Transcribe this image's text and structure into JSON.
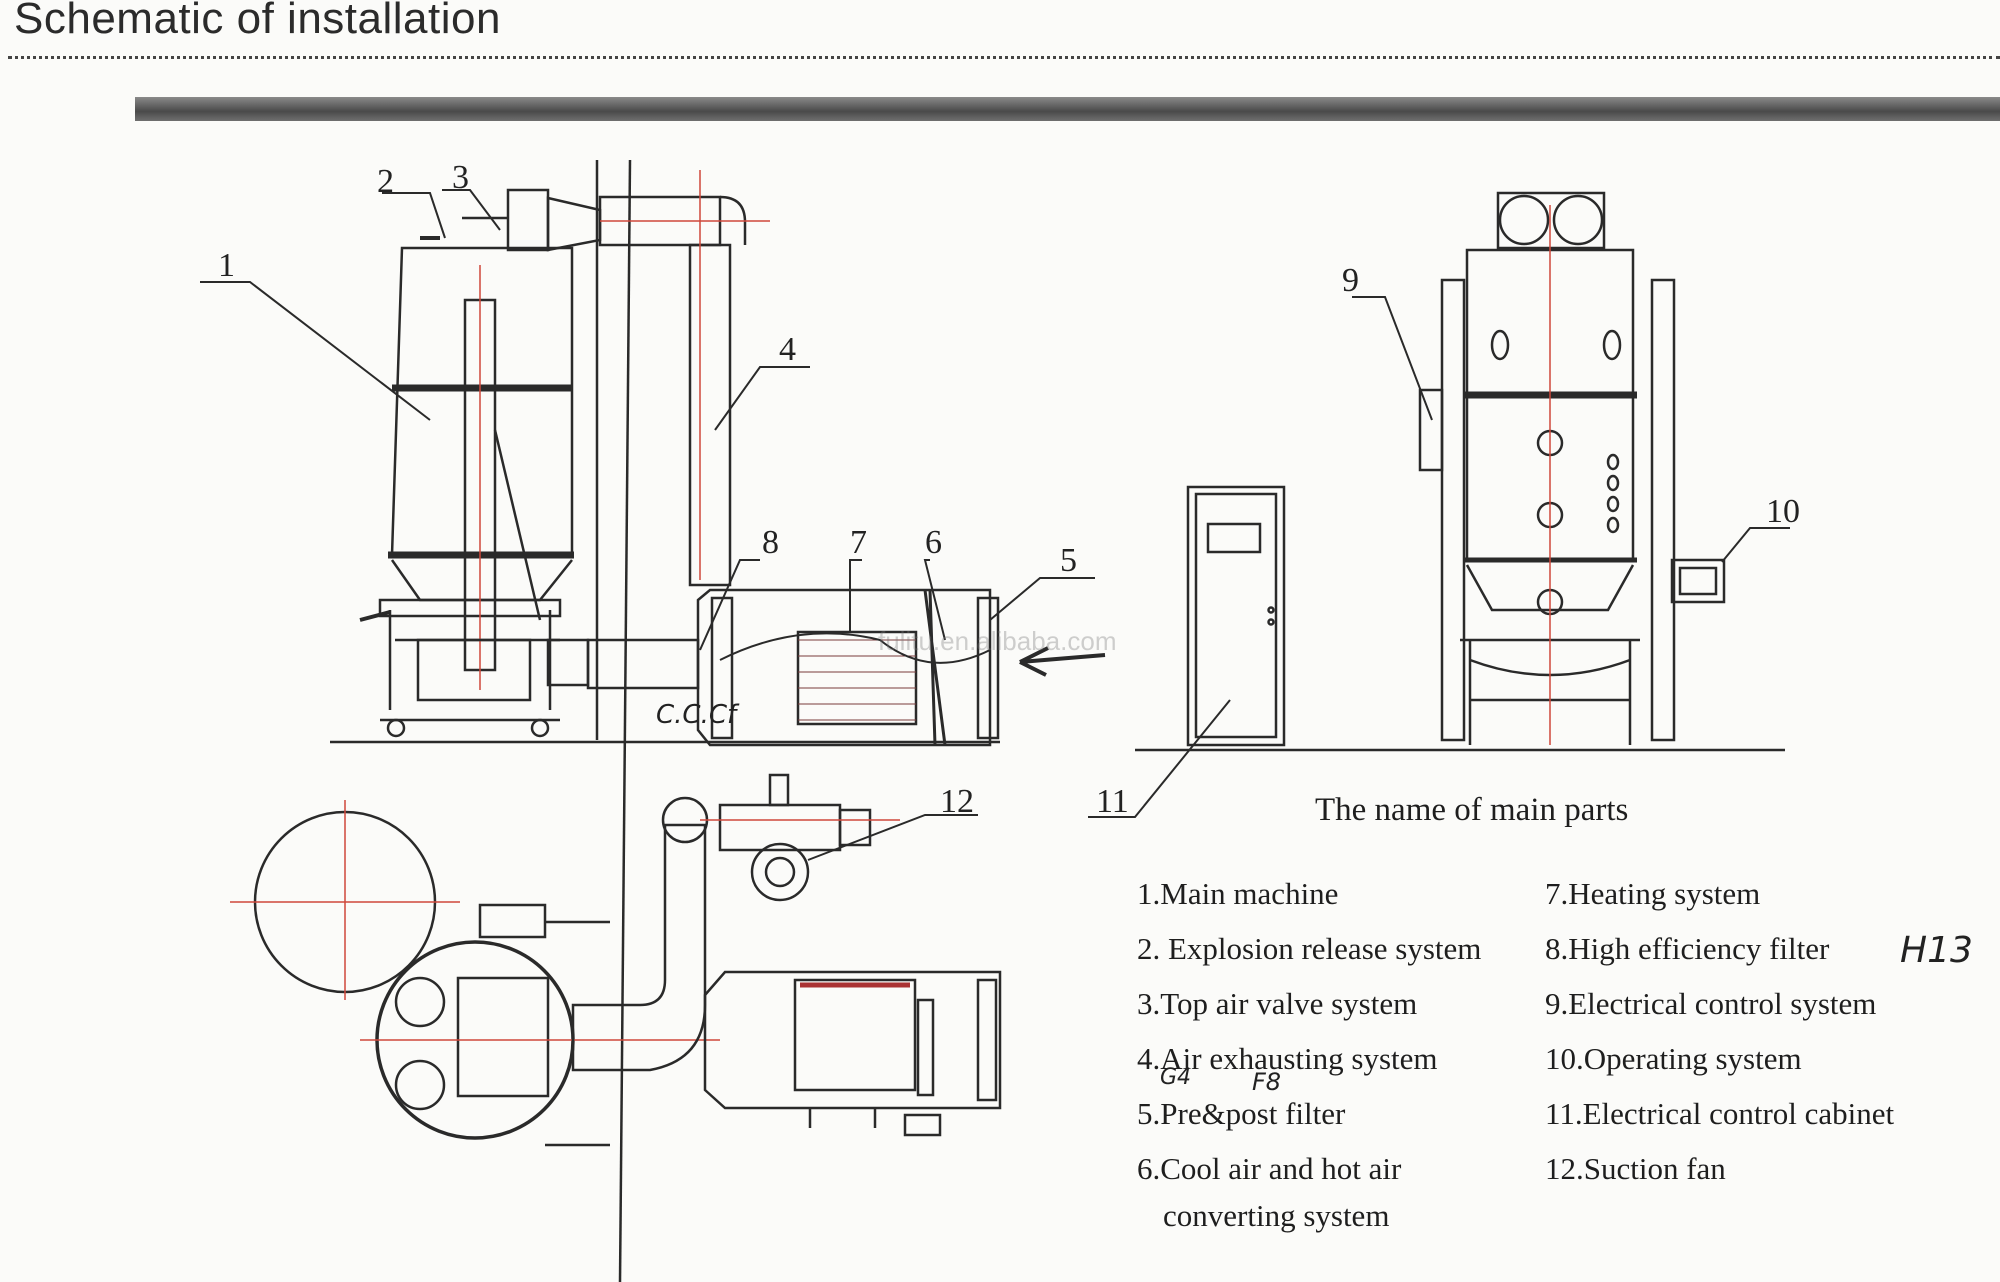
{
  "page": {
    "title": "Schematic of installation",
    "watermark": "fulitu.en.alibaba.com"
  },
  "callouts": [
    "1",
    "2",
    "3",
    "4",
    "5",
    "6",
    "7",
    "8",
    "9",
    "10",
    "11",
    "12"
  ],
  "legend": {
    "heading": "The name of  main parts",
    "left_items": [
      "1.Main machine",
      "2. Explosion release system",
      "3.Top air valve system",
      "4.Air exhausting system",
      "5.Pre&post filter"
    ],
    "item6": {
      "line1": "6.Cool air and hot air",
      "line2": "converting system"
    },
    "right_items": [
      "7.Heating system",
      "8.High efficiency filter",
      "9.Electrical control system",
      "10.Operating system",
      "11.Electrical control cabinet",
      "12.Suction fan"
    ]
  },
  "handwritten_notes": {
    "filter_codes_g": "G4",
    "filter_codes_f": "F8",
    "filter_grade": "H13",
    "inlet_note": "C.C.Cf"
  },
  "colors": {
    "line": "#2a2a2a",
    "centerline": "#d0473b",
    "band": "#5a5a5a"
  }
}
